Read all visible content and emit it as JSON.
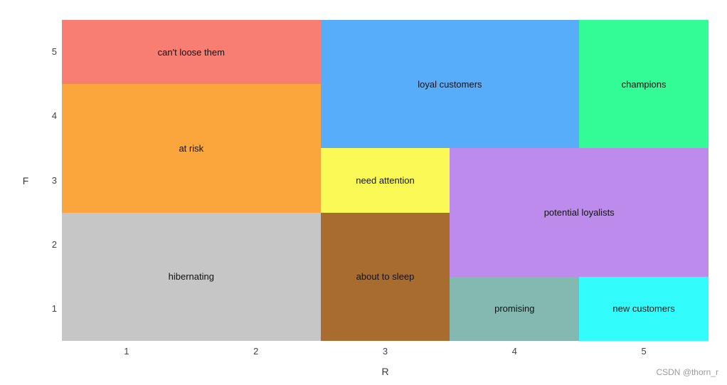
{
  "figure": {
    "background": "#ffffff",
    "segment_label_color": "#111111",
    "tick_color": "#444444",
    "axis_title_color": "#3a3a3a"
  },
  "watermark": {
    "text": "CSDN @thorn_r",
    "color": "#9b9b9b"
  },
  "chart_data": {
    "type": "heatmap",
    "subtype": "rfm-segment-map",
    "title": "",
    "xlabel": "R",
    "ylabel": "F",
    "xlim": [
      0.5,
      5.5
    ],
    "ylim": [
      0.5,
      5.5
    ],
    "x_ticks": [
      "1",
      "2",
      "3",
      "4",
      "5"
    ],
    "y_ticks": [
      "1",
      "2",
      "3",
      "4",
      "5"
    ],
    "grid": false,
    "legend": false,
    "segments": [
      {
        "label": "can't loose them",
        "r": [
          0.5,
          2.5
        ],
        "f": [
          4.5,
          5.5
        ],
        "color": "#F87D72"
      },
      {
        "label": "at risk",
        "r": [
          0.5,
          2.5
        ],
        "f": [
          2.5,
          4.5
        ],
        "color": "#FBA63C"
      },
      {
        "label": "hibernating",
        "r": [
          0.5,
          2.5
        ],
        "f": [
          0.5,
          2.5
        ],
        "color": "#C6C6C6"
      },
      {
        "label": "loyal customers",
        "r": [
          2.5,
          4.5
        ],
        "f": [
          3.5,
          5.5
        ],
        "color": "#57ADFA"
      },
      {
        "label": "champions",
        "r": [
          4.5,
          5.5
        ],
        "f": [
          3.5,
          5.5
        ],
        "color": "#33FB96"
      },
      {
        "label": "need attention",
        "r": [
          2.5,
          3.5
        ],
        "f": [
          2.5,
          3.5
        ],
        "color": "#FAF955"
      },
      {
        "label": "about to sleep",
        "r": [
          2.5,
          3.5
        ],
        "f": [
          0.5,
          2.5
        ],
        "color": "#A96C2F"
      },
      {
        "label": "potential loyalists",
        "r": [
          3.5,
          5.5
        ],
        "f": [
          1.5,
          3.5
        ],
        "color": "#BC8BEC"
      },
      {
        "label": "promising",
        "r": [
          3.5,
          4.5
        ],
        "f": [
          0.5,
          1.5
        ],
        "color": "#84B9B1"
      },
      {
        "label": "new customers",
        "r": [
          4.5,
          5.5
        ],
        "f": [
          0.5,
          1.5
        ],
        "color": "#33FCFC"
      }
    ]
  }
}
